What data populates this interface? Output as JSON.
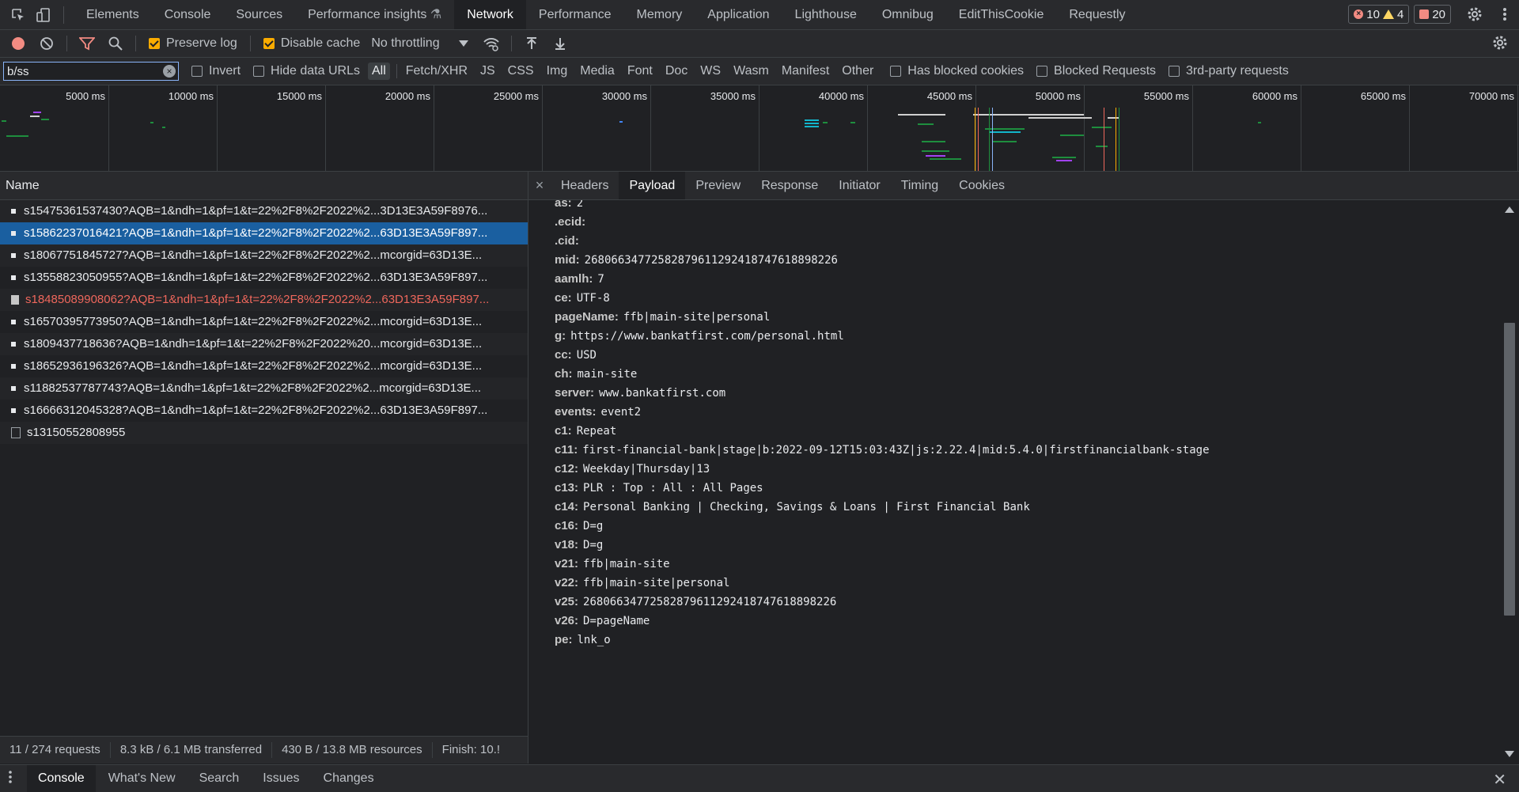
{
  "top_tabs": [
    "Elements",
    "Console",
    "Sources",
    "Performance insights",
    "Network",
    "Performance",
    "Memory",
    "Application",
    "Lighthouse",
    "Omnibug",
    "EditThisCookie",
    "Requestly"
  ],
  "issue_counts": {
    "errors": "10",
    "warnings": "4",
    "issues": "20"
  },
  "toolbar": {
    "preserve_log": "Preserve log",
    "disable_cache": "Disable cache",
    "throttling": "No throttling"
  },
  "filter": {
    "value": "b/ss",
    "invert": "Invert",
    "hide_data_urls": "Hide data URLs",
    "types": [
      "All",
      "Fetch/XHR",
      "JS",
      "CSS",
      "Img",
      "Media",
      "Font",
      "Doc",
      "WS",
      "Wasm",
      "Manifest",
      "Other"
    ],
    "has_blocked_cookies": "Has blocked cookies",
    "blocked_requests": "Blocked Requests",
    "third_party": "3rd-party requests"
  },
  "overview": {
    "ticks": [
      "5000 ms",
      "10000 ms",
      "15000 ms",
      "20000 ms",
      "25000 ms",
      "30000 ms",
      "35000 ms",
      "40000 ms",
      "45000 ms",
      "50000 ms",
      "55000 ms",
      "60000 ms",
      "65000 ms",
      "70000 ms"
    ]
  },
  "requests": {
    "header": "Name",
    "rows": [
      {
        "name": "s15475361537430?AQB=1&ndh=1&pf=1&t=22%2F8%2F2022%2...3D13E3A59F8976...",
        "state": "normal"
      },
      {
        "name": "s15862237016421?AQB=1&ndh=1&pf=1&t=22%2F8%2F2022%2...63D13E3A59F897...",
        "state": "selected"
      },
      {
        "name": "s18067751845727?AQB=1&ndh=1&pf=1&t=22%2F8%2F2022%2...mcorgid=63D13E...",
        "state": "normal"
      },
      {
        "name": "s13558823050955?AQB=1&ndh=1&pf=1&t=22%2F8%2F2022%2...63D13E3A59F897...",
        "state": "normal"
      },
      {
        "name": "s18485089908062?AQB=1&ndh=1&pf=1&t=22%2F8%2F2022%2...63D13E3A59F897...",
        "state": "error"
      },
      {
        "name": "s16570395773950?AQB=1&ndh=1&pf=1&t=22%2F8%2F2022%2...mcorgid=63D13E...",
        "state": "normal"
      },
      {
        "name": "s1809437718636?AQB=1&ndh=1&pf=1&t=22%2F8%2F2022%20...mcorgid=63D13E...",
        "state": "normal"
      },
      {
        "name": "s18652936196326?AQB=1&ndh=1&pf=1&t=22%2F8%2F2022%2...mcorgid=63D13E...",
        "state": "normal"
      },
      {
        "name": "s11882537787743?AQB=1&ndh=1&pf=1&t=22%2F8%2F2022%2...mcorgid=63D13E...",
        "state": "normal"
      },
      {
        "name": "s16666312045328?AQB=1&ndh=1&pf=1&t=22%2F8%2F2022%2...63D13E3A59F897...",
        "state": "normal"
      },
      {
        "name": "s13150552808955",
        "state": "doc"
      }
    ],
    "footer": {
      "requests": "11 / 274 requests",
      "transferred": "8.3 kB / 6.1 MB transferred",
      "resources": "430 B / 13.8 MB resources",
      "finish": "Finish: 10.!"
    }
  },
  "detail_tabs": [
    "Headers",
    "Payload",
    "Preview",
    "Response",
    "Initiator",
    "Timing",
    "Cookies"
  ],
  "payload": [
    {
      "key": "as:",
      "value": "2"
    },
    {
      "key": ".ecid:",
      "value": ""
    },
    {
      "key": ".cid:",
      "value": ""
    },
    {
      "key": "mid:",
      "value": "26806634772582879611292418747618898226"
    },
    {
      "key": "aamlh:",
      "value": "7"
    },
    {
      "key": "ce:",
      "value": "UTF-8"
    },
    {
      "key": "pageName:",
      "value": "ffb|main-site|personal"
    },
    {
      "key": "g:",
      "value": "https://www.bankatfirst.com/personal.html"
    },
    {
      "key": "cc:",
      "value": "USD"
    },
    {
      "key": "ch:",
      "value": "main-site"
    },
    {
      "key": "server:",
      "value": "www.bankatfirst.com"
    },
    {
      "key": "events:",
      "value": "event2"
    },
    {
      "key": "c1:",
      "value": "Repeat"
    },
    {
      "key": "c11:",
      "value": "first-financial-bank|stage|b:2022-09-12T15:03:43Z|js:2.22.4|mid:5.4.0|firstfinancialbank-stage"
    },
    {
      "key": "c12:",
      "value": "Weekday|Thursday|13"
    },
    {
      "key": "c13:",
      "value": "PLR : Top : All : All Pages"
    },
    {
      "key": "c14:",
      "value": "Personal Banking | Checking, Savings & Loans | First Financial Bank"
    },
    {
      "key": "c16:",
      "value": "D=g"
    },
    {
      "key": "v18:",
      "value": "D=g"
    },
    {
      "key": "v21:",
      "value": "ffb|main-site"
    },
    {
      "key": "v22:",
      "value": "ffb|main-site|personal"
    },
    {
      "key": "v25:",
      "value": "26806634772582879611292418747618898226"
    },
    {
      "key": "v26:",
      "value": "D=pageName"
    },
    {
      "key": "pe:",
      "value": "lnk_o"
    }
  ],
  "drawer_tabs": [
    "Console",
    "What's New",
    "Search",
    "Issues",
    "Changes"
  ],
  "colors": {
    "accent": "#8ab4f8",
    "selected_row": "#1a5fa0",
    "error_text": "#ee675c",
    "checkbox_on": "#f9ab00"
  }
}
